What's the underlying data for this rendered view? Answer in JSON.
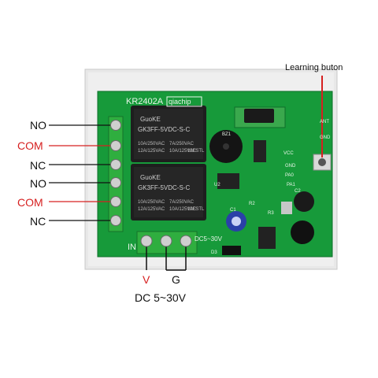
{
  "board": {
    "model": "KR2402A",
    "brand": "qiachip",
    "in_label": "IN",
    "dc_marking": "DC5~30V",
    "silk_misc": [
      "BZ1",
      "VCC",
      "GND",
      "PA0",
      "PA1",
      "U2",
      "R2",
      "D3",
      "C1",
      "C2",
      "R3",
      "ANT",
      "GND"
    ]
  },
  "relays": [
    {
      "brand": "GuoKE",
      "model": "GK3FF-5VDC-S-C",
      "ratings": [
        "10A/250VAC",
        "7A/250VAC",
        "12A/125VAC",
        "10A/125VAC",
        "19FSTL"
      ]
    },
    {
      "brand": "GuoKE",
      "model": "GK3FF-5VDC-S-C",
      "ratings": [
        "10A/250VAC",
        "7A/250VAC",
        "12A/125VAC",
        "10A/125VAC",
        "19FSTL"
      ]
    }
  ],
  "left_labels": [
    {
      "text": "NO",
      "color": "#111111"
    },
    {
      "text": "COM",
      "color": "#d62020"
    },
    {
      "text": "NC",
      "color": "#111111"
    },
    {
      "text": "NO",
      "color": "#111111"
    },
    {
      "text": "COM",
      "color": "#d62020"
    },
    {
      "text": "NC",
      "color": "#111111"
    }
  ],
  "callouts": {
    "learning_button": "Learning buton"
  },
  "power": {
    "v_label": "V",
    "g_label": "G",
    "range": "DC 5~30V"
  },
  "colors": {
    "pcb": "#179a3a",
    "red_line": "#d62020",
    "terminal": "#2fae3f"
  }
}
